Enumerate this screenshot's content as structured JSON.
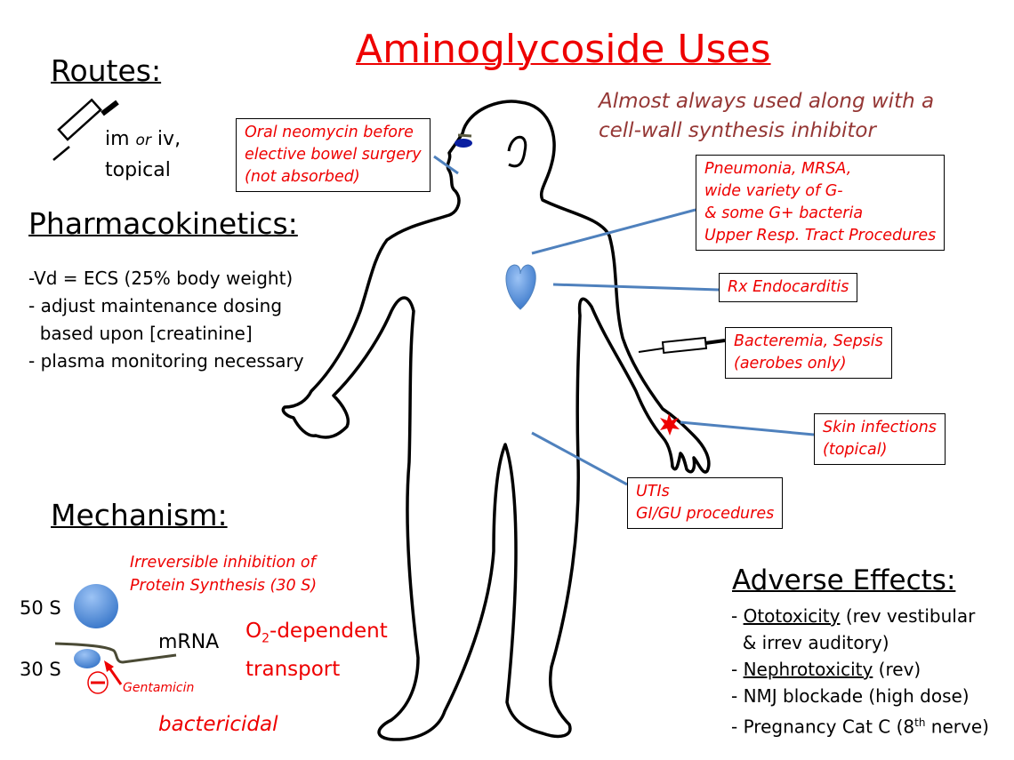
{
  "title": "Aminoglycoside Uses",
  "subtitle_lines": [
    "Almost always used along with a",
    "cell-wall synthesis inhibitor"
  ],
  "routes": {
    "heading": "Routes:",
    "line1_a": "im ",
    "line1_or": "or",
    "line1_b": " iv,",
    "line2": "topical"
  },
  "pharmacokinetics": {
    "heading": "Pharmacokinetics:",
    "lines": [
      "-Vd = ECS (25% body weight)",
      "- adjust maintenance dosing",
      "  based upon [creatinine]",
      "- plasma monitoring necessary"
    ]
  },
  "mechanism": {
    "heading": "Mechanism:",
    "note_lines": [
      "Irreversible inhibition of",
      "Protein Synthesis (30 S)"
    ],
    "label_50s": "50 S",
    "label_30s": "30 S",
    "label_mrna": "mRNA",
    "drug": "Gentamicin",
    "transport_o": "O",
    "transport_sub": "2",
    "transport_rest": "-dependent",
    "transport_line2": "transport",
    "effect": "bactericidal"
  },
  "boxes": {
    "oral": [
      "Oral neomycin before",
      "elective bowel surgery",
      "(not absorbed)"
    ],
    "pneumonia": [
      "Pneumonia, MRSA,",
      "wide variety of G-",
      "& some G+ bacteria",
      "Upper Resp. Tract Procedures"
    ],
    "endocarditis": [
      "Rx Endocarditis"
    ],
    "bacteremia": [
      "Bacteremia, Sepsis",
      "(aerobes only)"
    ],
    "skin": [
      "Skin infections",
      "(topical)"
    ],
    "uti": [
      "UTIs",
      "GI/GU procedures"
    ]
  },
  "adverse": {
    "heading": "Adverse Effects:",
    "oto": "Ototoxicity",
    "oto_rest": " (rev vestibular",
    "oto_line2": "  & irrev auditory)",
    "nephro": "Nephrotoxicity",
    "nephro_rest": " (rev)",
    "nmj": "- NMJ blockade (high dose)",
    "preg": "- Pregnancy Cat C (8",
    "preg_sup": "th",
    "preg_end": " nerve)",
    "dash": "- "
  },
  "colors": {
    "red": "#ee0000",
    "maroon": "#953735",
    "line": "#4f81bd",
    "ribosome": "#5b8fd6"
  }
}
